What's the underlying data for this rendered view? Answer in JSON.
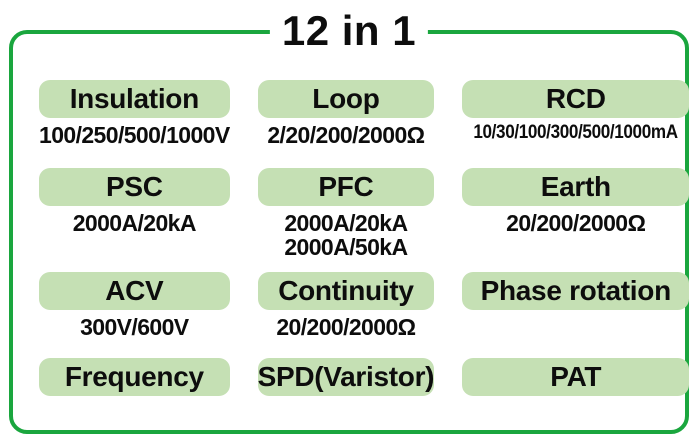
{
  "title": "12 in 1",
  "colors": {
    "border_green": "#1aa63e",
    "pill_green": "#c5e0b4",
    "text_black": "#0d0d0d"
  },
  "features": [
    [
      {
        "label": "Insulation",
        "values": [
          "100/250/500/1000V"
        ]
      },
      {
        "label": "Loop",
        "values": [
          "2/20/200/2000Ω"
        ]
      },
      {
        "label": "RCD",
        "values": [
          "10/30/100/300/500/1000mA"
        ]
      }
    ],
    [
      {
        "label": "PSC",
        "values": [
          "2000A/20kA"
        ]
      },
      {
        "label": "PFC",
        "values": [
          "2000A/20kA",
          "2000A/50kA"
        ]
      },
      {
        "label": "Earth",
        "values": [
          "20/200/2000Ω"
        ]
      }
    ],
    [
      {
        "label": "ACV",
        "values": [
          "300V/600V"
        ]
      },
      {
        "label": "Continuity",
        "values": [
          "20/200/2000Ω"
        ]
      },
      {
        "label": "Phase rotation",
        "values": []
      }
    ],
    [
      {
        "label": "Frequency",
        "values": []
      },
      {
        "label": "SPD(Varistor)",
        "values": []
      },
      {
        "label": "PAT",
        "values": []
      }
    ]
  ]
}
